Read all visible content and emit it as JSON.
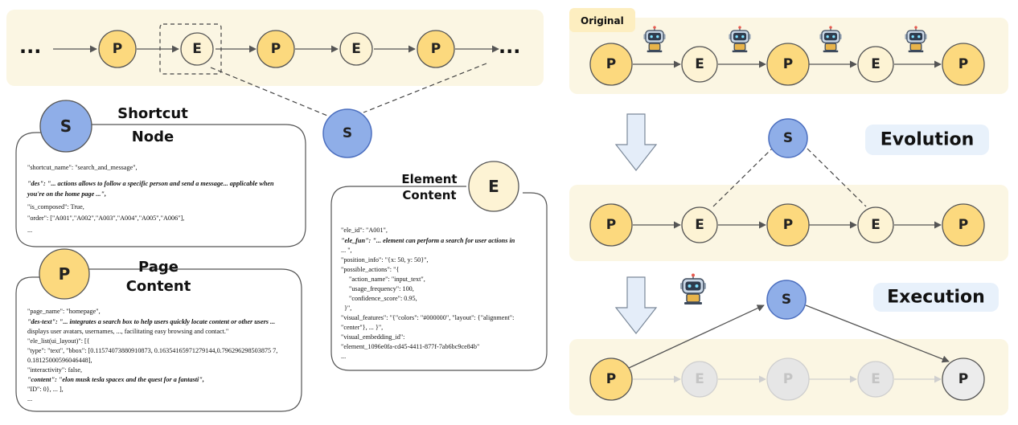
{
  "colors": {
    "panel": "#fbf6e3",
    "tag": "#fdeec0",
    "p_fill": "#fcd97e",
    "e_fill": "#fdf3d4",
    "s_fill": "#8faee8",
    "s_stroke": "#4c6fbf",
    "faded": "#e6e6e6",
    "banner": "#e8f1fb",
    "arrow_fill": "#e4edf9"
  },
  "top_chain": {
    "ellipsis_left": "...",
    "ellipsis_right": "...",
    "nodes": [
      "P",
      "E",
      "P",
      "E",
      "P"
    ],
    "shortcut": "S"
  },
  "shortcut_card": {
    "node": "S",
    "title_line1": "Shortcut",
    "title_line2": "Node",
    "lines": [
      "\"shortcut_name\": \"search_and_message\",",
      "\"des\": \"... actions allows to follow a specific person and send a message... applicable when",
      "you're on the home page ...\",",
      "\"is_composed\": True,",
      "\"order\": [\"A001\",\"A002\",\"A003\",\"A004\",\"A005\",\"A006\"],",
      "..."
    ]
  },
  "page_card": {
    "node": "P",
    "title_line1": "Page",
    "title_line2": "Content",
    "lines": [
      "\"page_name\": \"homepage\",",
      "\"des-text\": \"... integrates a search box to help users quickly locate content or other users ...",
      "displays user avatars, usernames, ..., facilitating easy browsing and contact.\"",
      "\"ele_list(ui_layout)\": [{",
      "\"type\": \"text\", \"bbox\": [0.11574073880910873, 0.16354165971279144,0.796296298503875 7,",
      "0.18125000596046448],",
      "\"interactivity\": false,",
      "\"content\": \"elon musk tesla spacex and the quest for a fantasti\",",
      "\"ID\": 0}, ... ],",
      "..."
    ]
  },
  "element_card": {
    "node": "E",
    "title_line1": "Element",
    "title_line2": "Content",
    "lines": [
      "\"ele_id\": \"A001\",",
      "\"ele_fun\": \"... element can perform a search for user actions in",
      "... \",",
      "\"position_info\": \"{x: 50, y: 50}\",",
      "\"possible_actions\": \"{",
      "\"action_name\": \"input_text\",",
      "\"usage_frequency\": 100,",
      "\"confidence_score\": 0.95,",
      "}\",",
      "\"visual_features\": \"{\"colors\": \"#000000\", \"layout\": {\"alignment\":",
      "\"center\"}, ... }\",",
      "\"visual_embedding_id\":",
      "\"element_1096e0fa-cd45-4411-877f-7ab6bc9ce84b\"",
      "..."
    ]
  },
  "right": {
    "original_label": "Original",
    "evolution_label": "Evolution",
    "execution_label": "Execution",
    "chain": [
      "P",
      "E",
      "P",
      "E",
      "P"
    ],
    "shortcut": "S"
  }
}
